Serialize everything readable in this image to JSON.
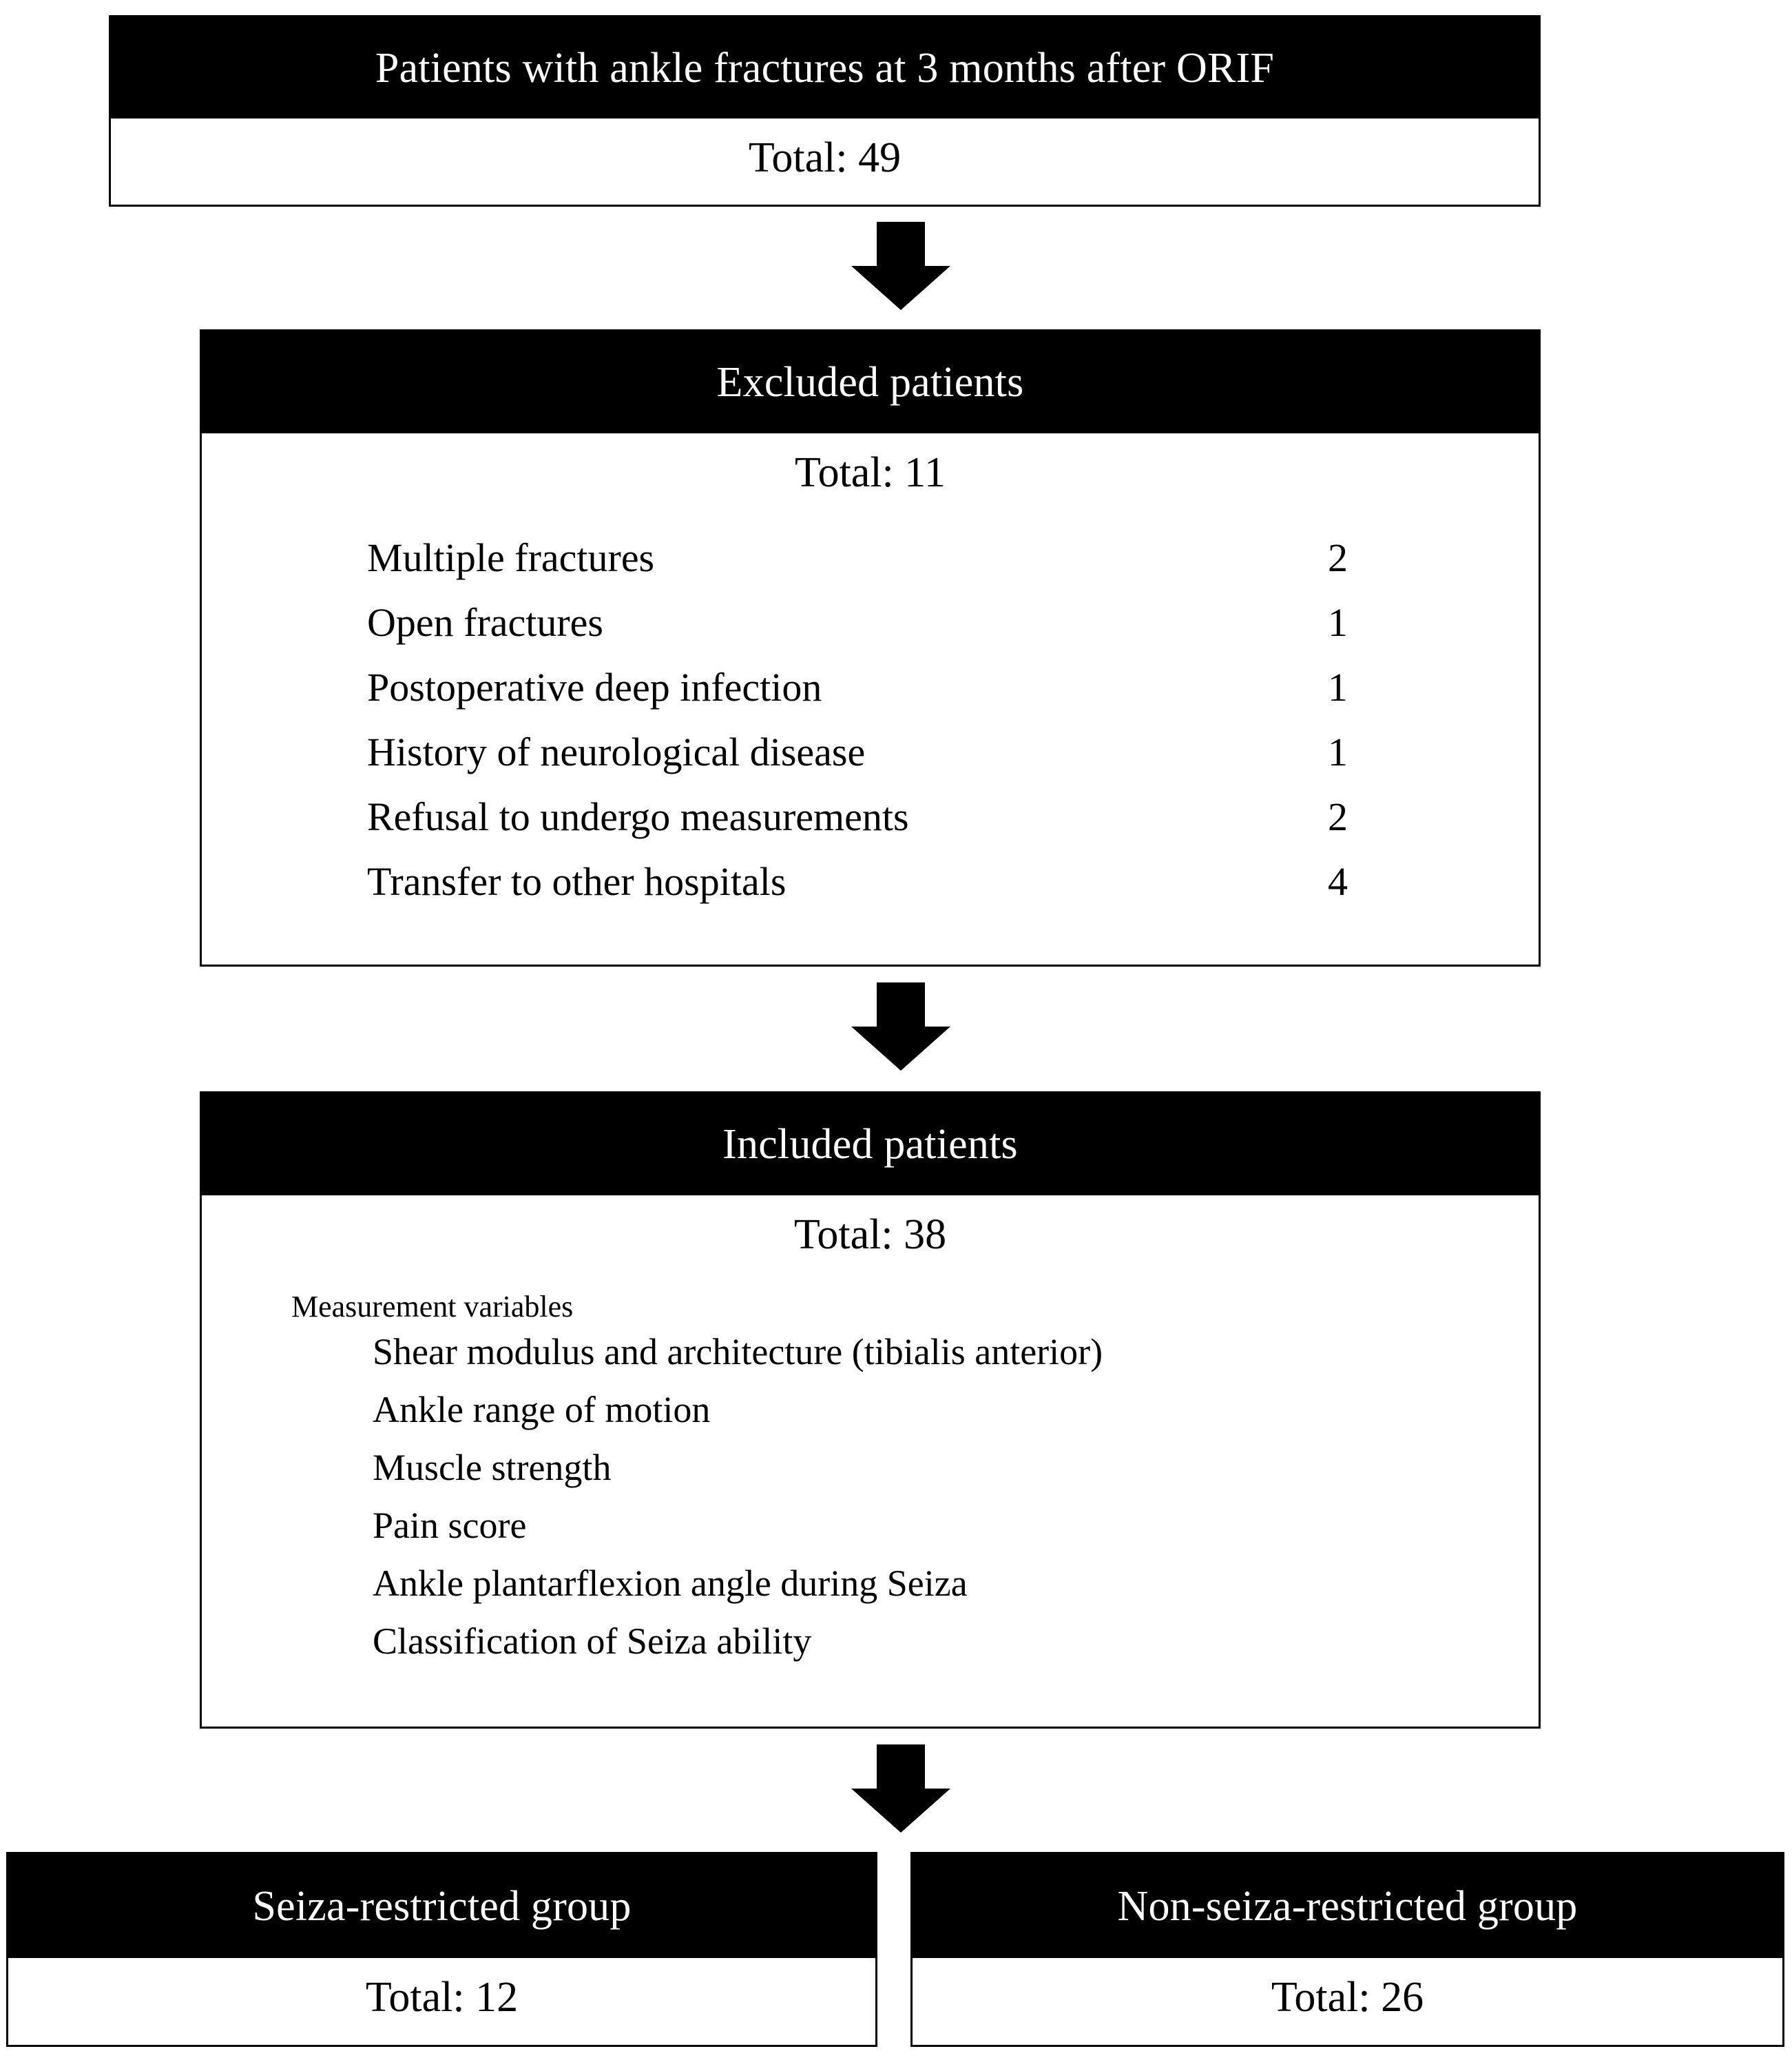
{
  "diagram": {
    "type": "flowchart",
    "title_color": "#000000",
    "header_text_color": "#ffffff",
    "boxes": {
      "top": {
        "header": "Patients with ankle fractures at 3 months after ORIF",
        "total": "Total: 49"
      },
      "excluded": {
        "header": "Excluded patients",
        "total": "Total: 11",
        "reasons": [
          {
            "label": "Multiple fractures",
            "count": "2"
          },
          {
            "label": "Open fractures",
            "count": "1"
          },
          {
            "label": "Postoperative deep infection",
            "count": "1"
          },
          {
            "label": "History of neurological disease",
            "count": "1"
          },
          {
            "label": "Refusal to undergo measurements",
            "count": "2"
          },
          {
            "label": "Transfer to other hospitals",
            "count": "4"
          }
        ]
      },
      "included": {
        "header": "Included patients",
        "total": "Total: 38",
        "measurement_title": "Measurement variables",
        "measurement_variables": [
          "Shear modulus and architecture (tibialis anterior)",
          "Ankle range of motion",
          "Muscle strength",
          "Pain score",
          "Ankle plantarflexion angle during Seiza",
          "Classification of Seiza ability"
        ]
      },
      "seiza_restricted": {
        "header": "Seiza-restricted group",
        "total": "Total: 12"
      },
      "non_seiza_restricted": {
        "header": "Non-seiza-restricted group",
        "total": "Total: 26"
      }
    }
  }
}
